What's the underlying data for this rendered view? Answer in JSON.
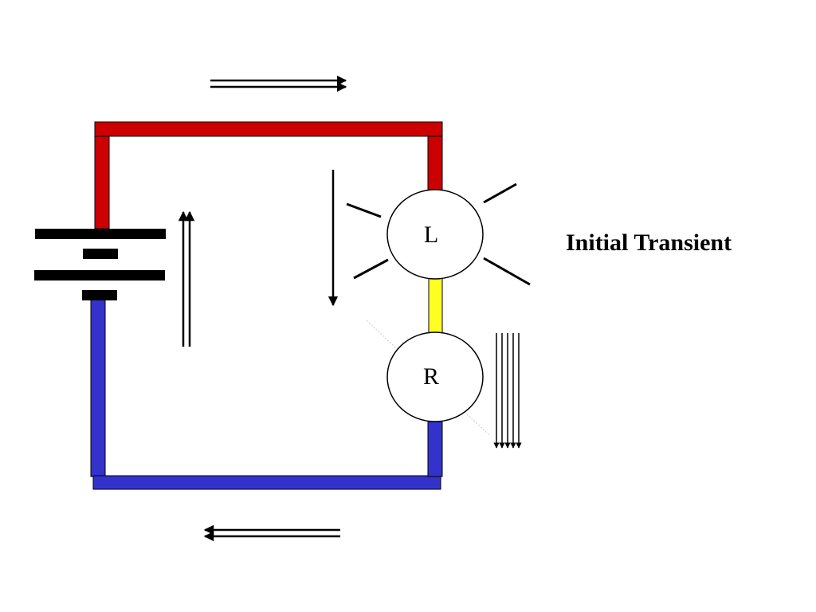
{
  "title": "Initial Transient",
  "components": {
    "inductor": {
      "label": "L"
    },
    "resistor": {
      "label": "R"
    }
  },
  "colors": {
    "high_wire": "#cc0000",
    "low_wire": "#3333cc",
    "middle_wire": "#ffff22",
    "battery": "#000000",
    "background": "#ffffff"
  },
  "icons": [
    "battery-icon",
    "lamp-rays-icon",
    "current-arrow-icon",
    "resistor-arrows-icon"
  ]
}
